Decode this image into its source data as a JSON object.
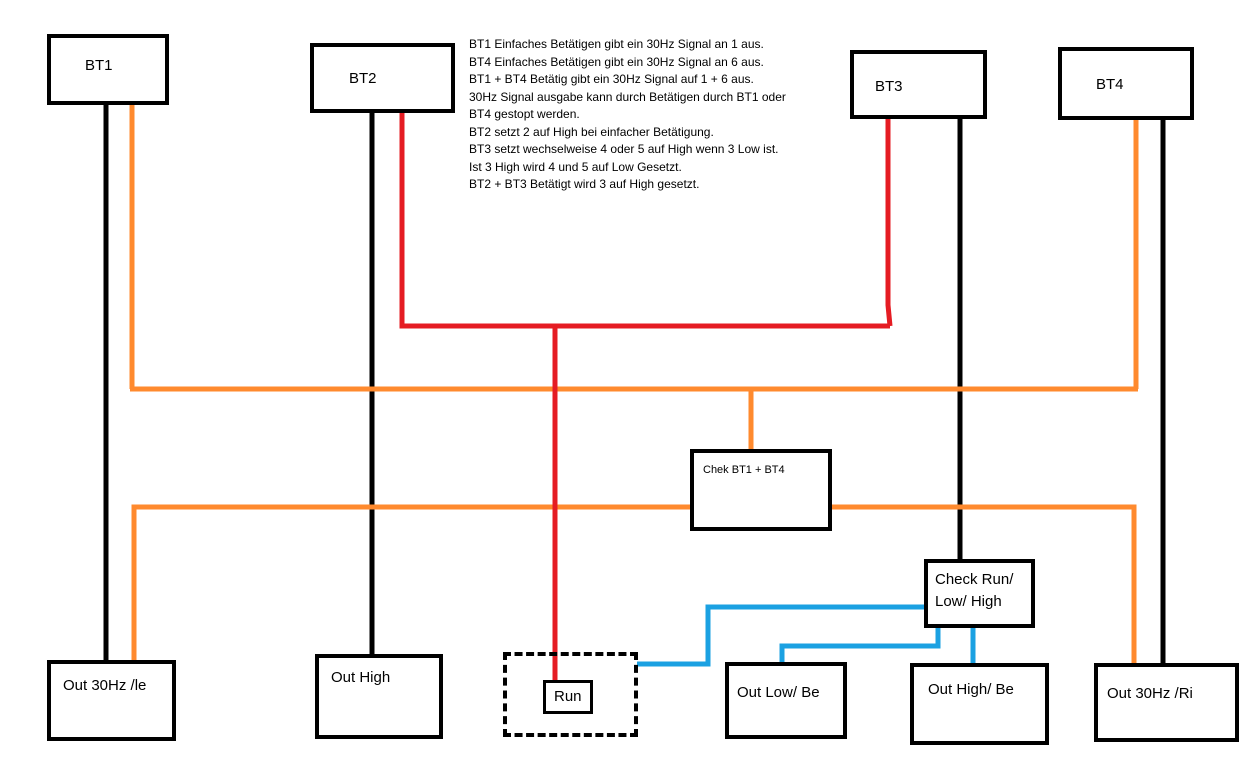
{
  "inputs": {
    "bt1": "BT1",
    "bt2": "BT2",
    "bt3": "BT3",
    "bt4": "BT4"
  },
  "logic": {
    "check_bt1_bt4": "Chek BT1 + BT4",
    "check_run_line1": "Check Run/",
    "check_run_line2": "Low/ High"
  },
  "outputs": {
    "out_30hz_le": "Out 30Hz /le",
    "out_high": "Out High",
    "run": "Run",
    "out_low_be": "Out Low/ Be",
    "out_high_be": "Out High/ Be",
    "out_30hz_ri": "Out 30Hz /Ri"
  },
  "notes": [
    "BT1 Einfaches Betätigen gibt ein 30Hz Signal an 1 aus.",
    "BT4 Einfaches Betätigen gibt ein 30Hz Signal an 6 aus.",
    "BT1 + BT4 Betätig gibt ein 30Hz Signal auf 1 + 6 aus.",
    "30Hz Signal ausgabe kann durch Betätigen durch BT1 oder",
    "BT4 gestopt werden.",
    "BT2 setzt 2 auf High bei einfacher Betätigung.",
    "BT3 setzt wechselweise 4 oder 5 auf High wenn 3 Low ist.",
    "Ist 3 High wird 4 und 5 auf Low Gesetzt.",
    "BT2 + BT3 Betätigt wird 3 auf High gesetzt."
  ],
  "colors": {
    "black_wire": "#000000",
    "orange_wire": "#ff8a2e",
    "red_wire": "#e51c23",
    "blue_wire": "#1ba1e2"
  }
}
